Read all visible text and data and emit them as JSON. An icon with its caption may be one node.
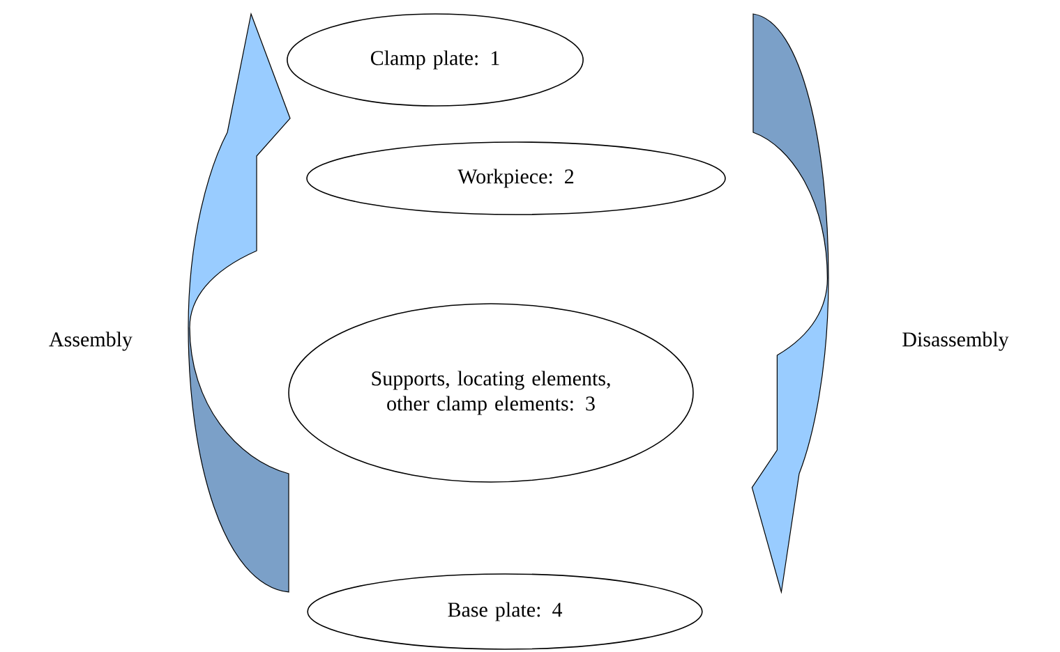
{
  "diagram": {
    "nodes": [
      {
        "text": [
          "Clamp plate: 1"
        ]
      },
      {
        "text": [
          "Workpiece: 2"
        ]
      },
      {
        "text": [
          "Supports, locating elements, other clamp elements: 3"
        ]
      },
      {
        "text": [
          "Base plate: 4"
        ]
      }
    ],
    "labels": [
      "Assembly",
      "Disassembly"
    ]
  }
}
